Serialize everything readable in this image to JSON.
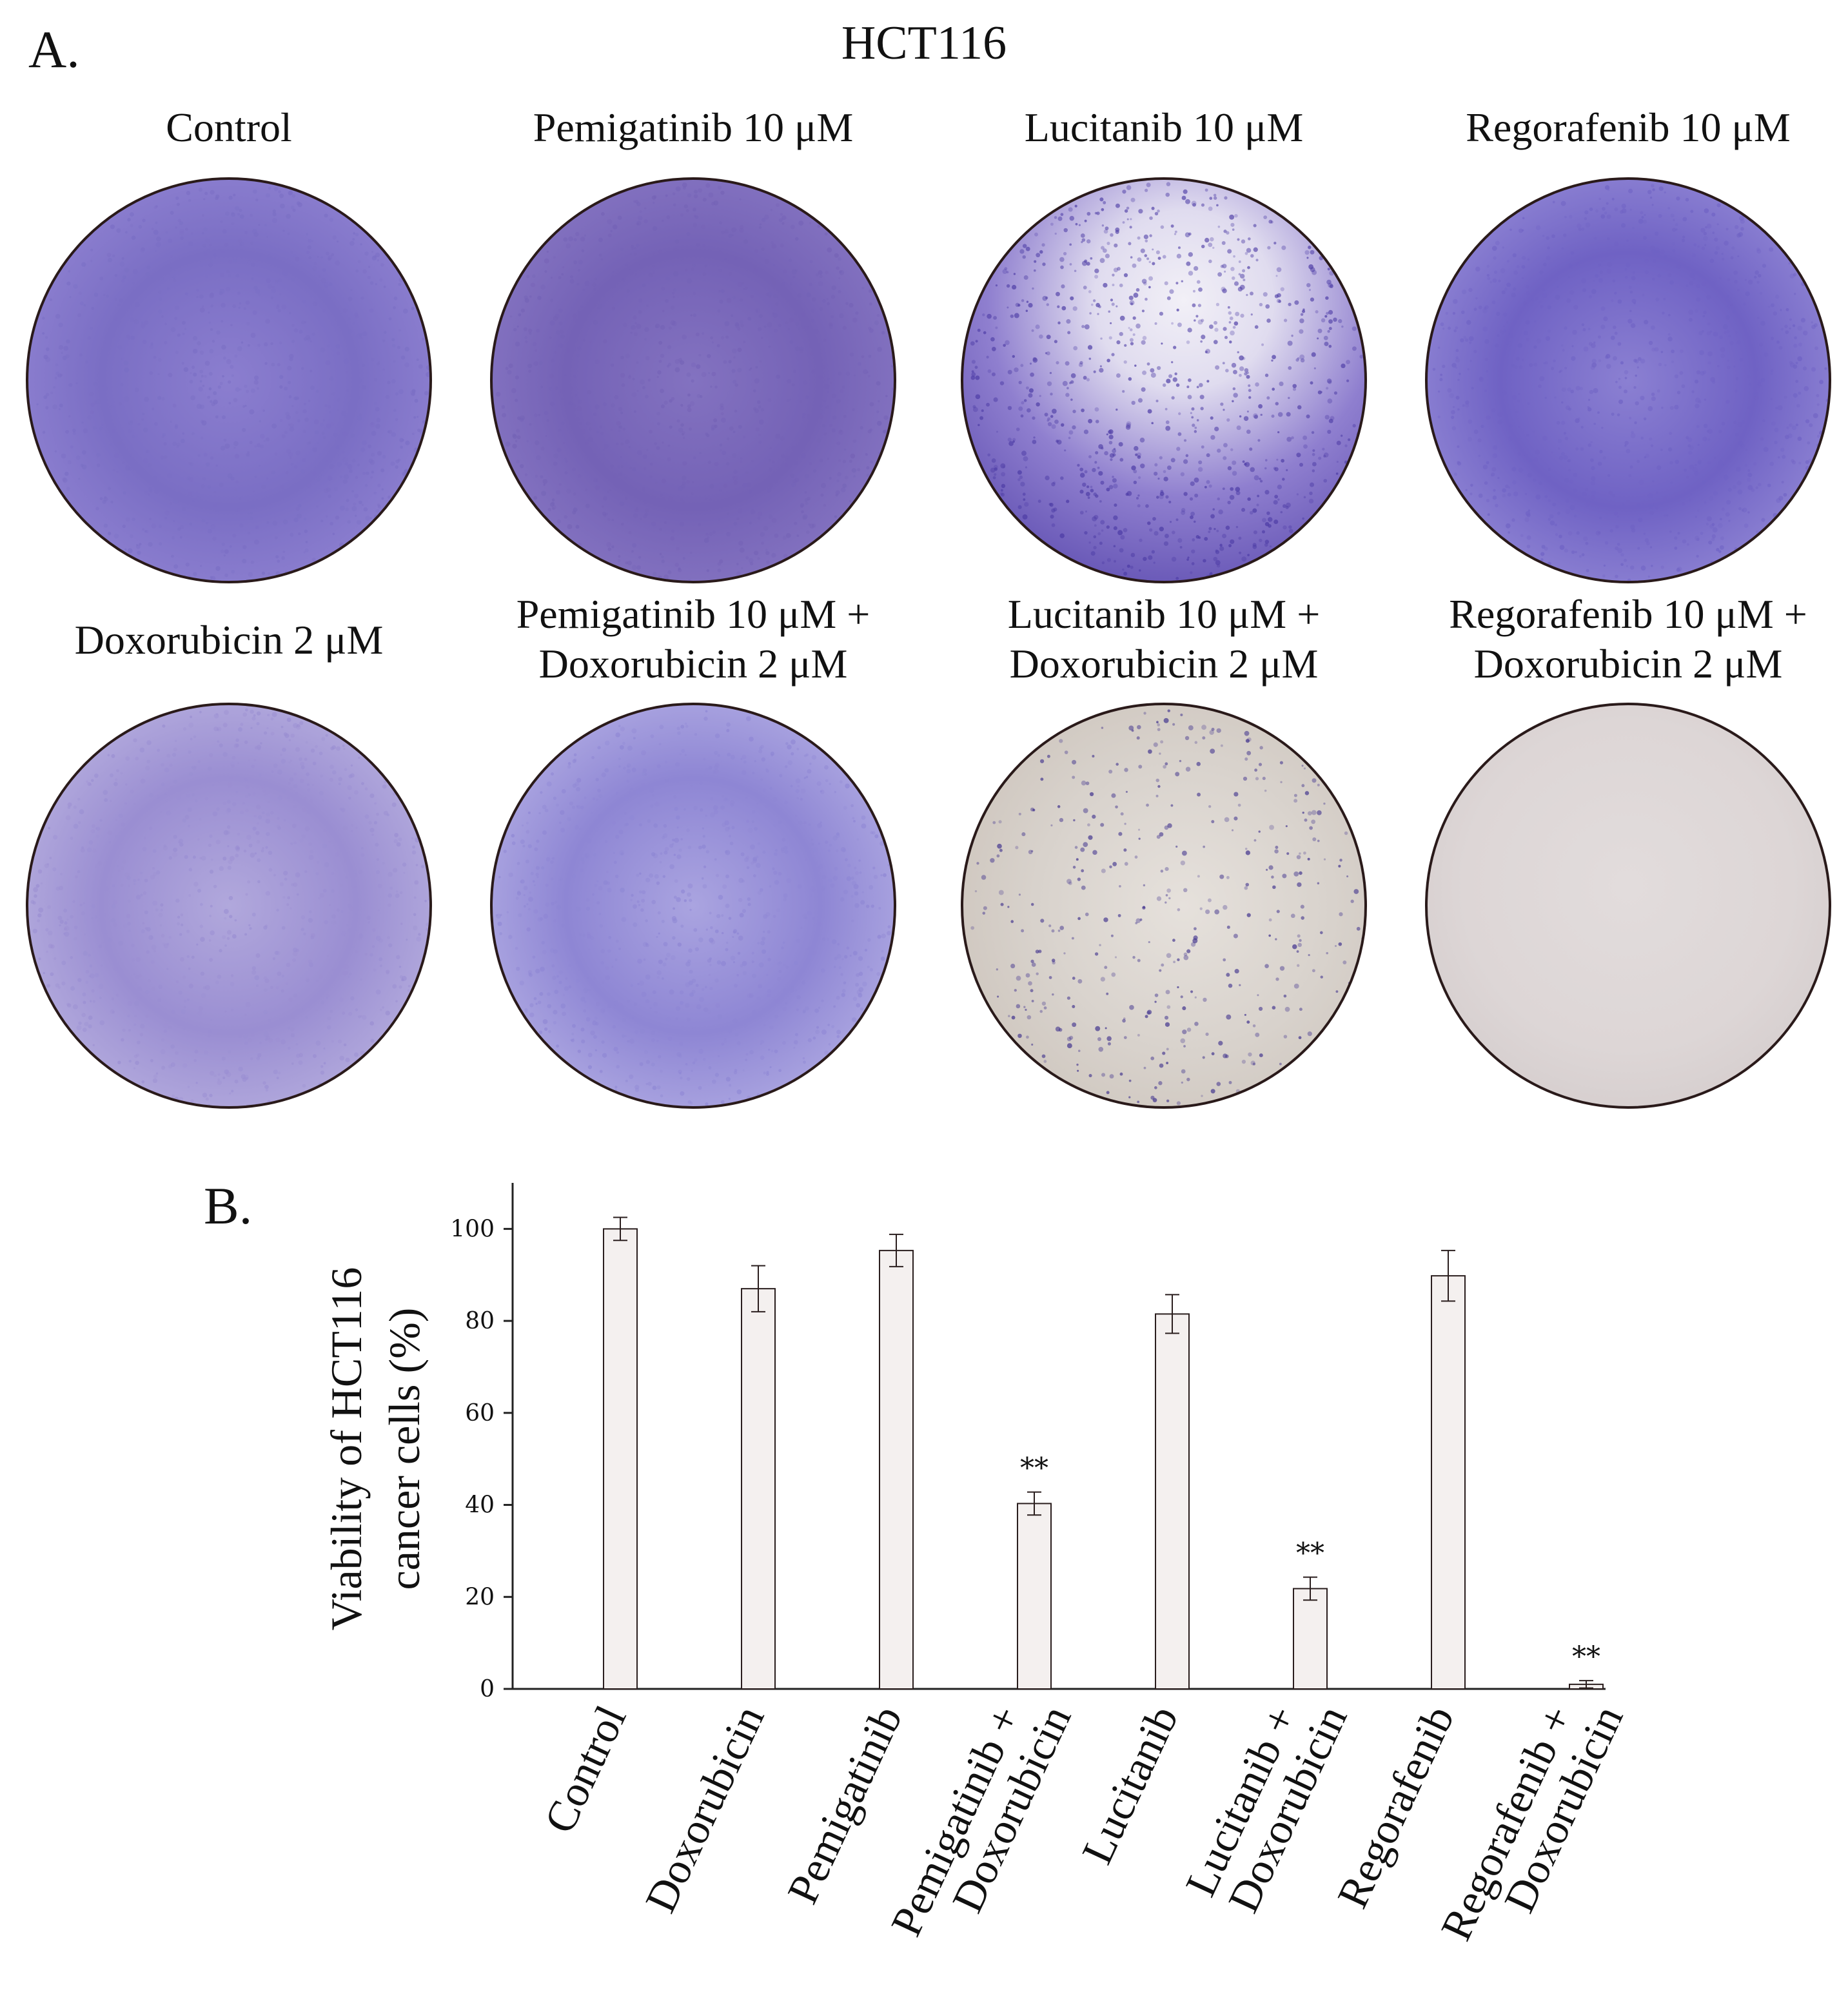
{
  "panel_a_label": "A.",
  "panel_b_label": "B.",
  "cell_line_title": "HCT116",
  "wells": [
    {
      "label_lines": [
        "Control"
      ],
      "stain_colors": [
        "#7a6ec4",
        "#8b7ecf",
        "#a79bd9"
      ],
      "coverage": 1.0
    },
    {
      "label_lines": [
        "Pemigatinib 10 μM"
      ],
      "stain_colors": [
        "#7462b6",
        "#8372c0",
        "#9385c9"
      ],
      "coverage": 1.0
    },
    {
      "label_lines": [
        "Lucitanib 10 μM"
      ],
      "stain_colors": [
        "#4c3ba5",
        "#8f7fcf",
        "#e0dcef"
      ],
      "coverage": 0.75
    },
    {
      "label_lines": [
        "Regorafenib 10 μM"
      ],
      "stain_colors": [
        "#6f62c4",
        "#8b80d2",
        "#a9a0de"
      ],
      "coverage": 0.95
    },
    {
      "label_lines": [
        "Doxorubicin 2 μM"
      ],
      "stain_colors": [
        "#9a8ed2",
        "#b1a8dc",
        "#cbc5e6"
      ],
      "coverage": 0.85
    },
    {
      "label_lines": [
        "Pemigatinib 10 μM +",
        "Doxorubicin 2 μM"
      ],
      "stain_colors": [
        "#8e86d4",
        "#aaa4e0",
        "#bfbae8"
      ],
      "coverage": 0.9
    },
    {
      "label_lines": [
        "Lucitanib 10 μM +",
        "Doxorubicin 2 μM"
      ],
      "stain_colors": [
        "#d8d2cc",
        "#cfc7bf",
        "#5a4ab0"
      ],
      "coverage": 0.2
    },
    {
      "label_lines": [
        "Regorafenib 10 μM +",
        "Doxorubicin 2 μM"
      ],
      "stain_colors": [
        "#ddd6d6",
        "#d6cece",
        "#cfc7c7"
      ],
      "coverage": 0.0
    }
  ],
  "chart_data": {
    "type": "bar",
    "ylabel_lines": [
      "Viability of HCT116",
      "cancer cells (%)"
    ],
    "ylim": [
      0,
      110
    ],
    "yticks": [
      0,
      20,
      40,
      60,
      80,
      100
    ],
    "categories": [
      [
        "Control"
      ],
      [
        "Doxorubicin"
      ],
      [
        "Pemigatinib"
      ],
      [
        "Pemigatinib +",
        "Doxorubicin"
      ],
      [
        "Lucitanib"
      ],
      [
        "Lucitanib +",
        "Doxorubicin"
      ],
      [
        "Regorafenib"
      ],
      [
        "Regorafenib +",
        "Doxorubicin"
      ]
    ],
    "values": [
      100,
      87,
      95.3,
      40.3,
      81.5,
      21.8,
      89.8,
      1.0
    ],
    "errors": [
      2.5,
      5.0,
      3.5,
      2.5,
      4.2,
      2.5,
      5.5,
      0.8
    ],
    "annotations": [
      "",
      "",
      "",
      "**",
      "",
      "**",
      "",
      "**"
    ],
    "bar_fill": "#f4f0ef",
    "bar_stroke": "#2a1e1e",
    "grid": false
  }
}
